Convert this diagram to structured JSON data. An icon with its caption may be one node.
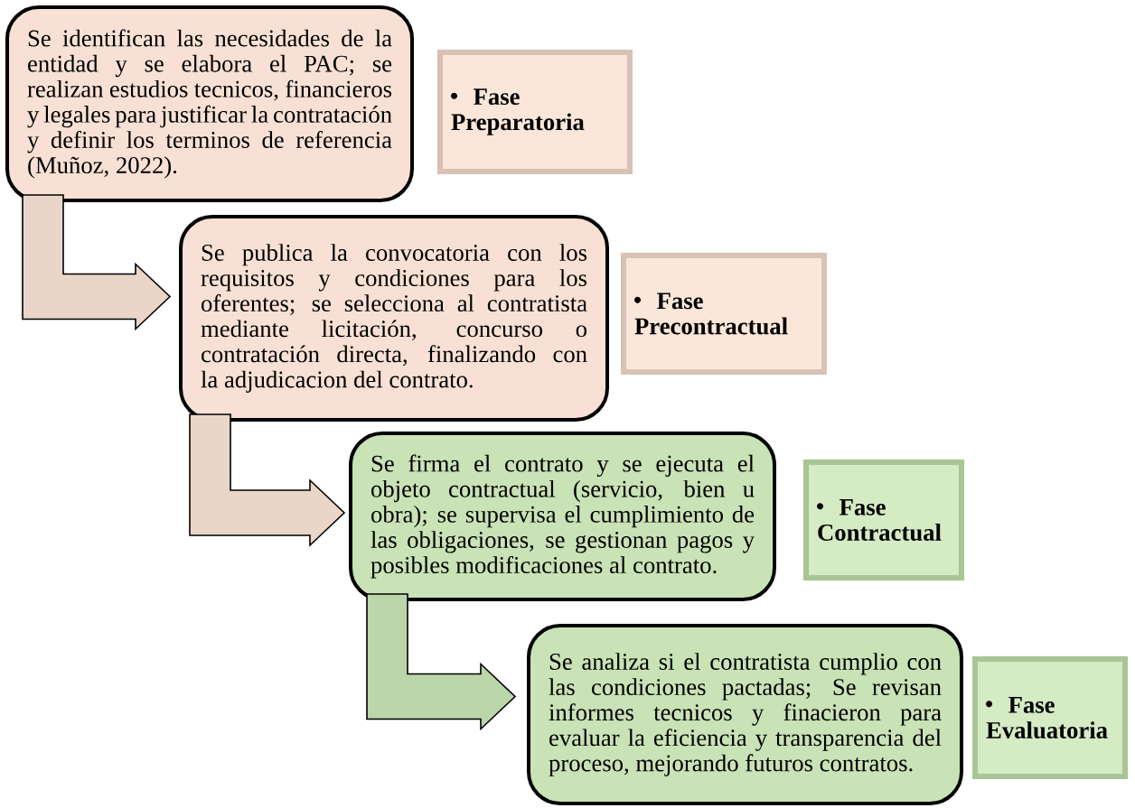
{
  "diagram": {
    "nodes": [
      {
        "text": [
          "Se identifican las necesidades de la entidad y se elabora el PAC; se realizan estudios tecnicos, financieros y legales para justificar la contratación y definir los terminos de referencia (Muñoz, 2022)."
        ]
      },
      {
        "text": [
          "Fase Preparatoria"
        ]
      },
      {
        "text": [
          "Se publica la convocatoria con los requisitos y condiciones para los oferentes; se selecciona al contratista mediante licitación, concurso o contratación directa, finalizando con la adjudicacion del contrato."
        ]
      },
      {
        "text": [
          "Fase Precontractual"
        ]
      },
      {
        "text": [
          "Se firma el contrato y se ejecuta el objeto contractual (servicio, bien u obra); se supervisa el cumplimiento de las obligaciones, se gestionan pagos y posibles modificaciones al contrato."
        ]
      },
      {
        "text": [
          "Fase Contractual"
        ]
      },
      {
        "text": [
          "Se analiza si el contratista cumplio con las condiciones pactadas; Se revisan informes tecnicos y finacieron para evaluar la eficiencia y transparencia del proceso, mejorando futuros contratos."
        ]
      },
      {
        "text": [
          "Fase Evaluatoria"
        ]
      }
    ],
    "edges": [
      {
        "from": 0,
        "to": 2,
        "arrow": "to"
      },
      {
        "from": 2,
        "to": 4,
        "arrow": "to"
      },
      {
        "from": 4,
        "to": 6,
        "arrow": "to"
      }
    ]
  }
}
